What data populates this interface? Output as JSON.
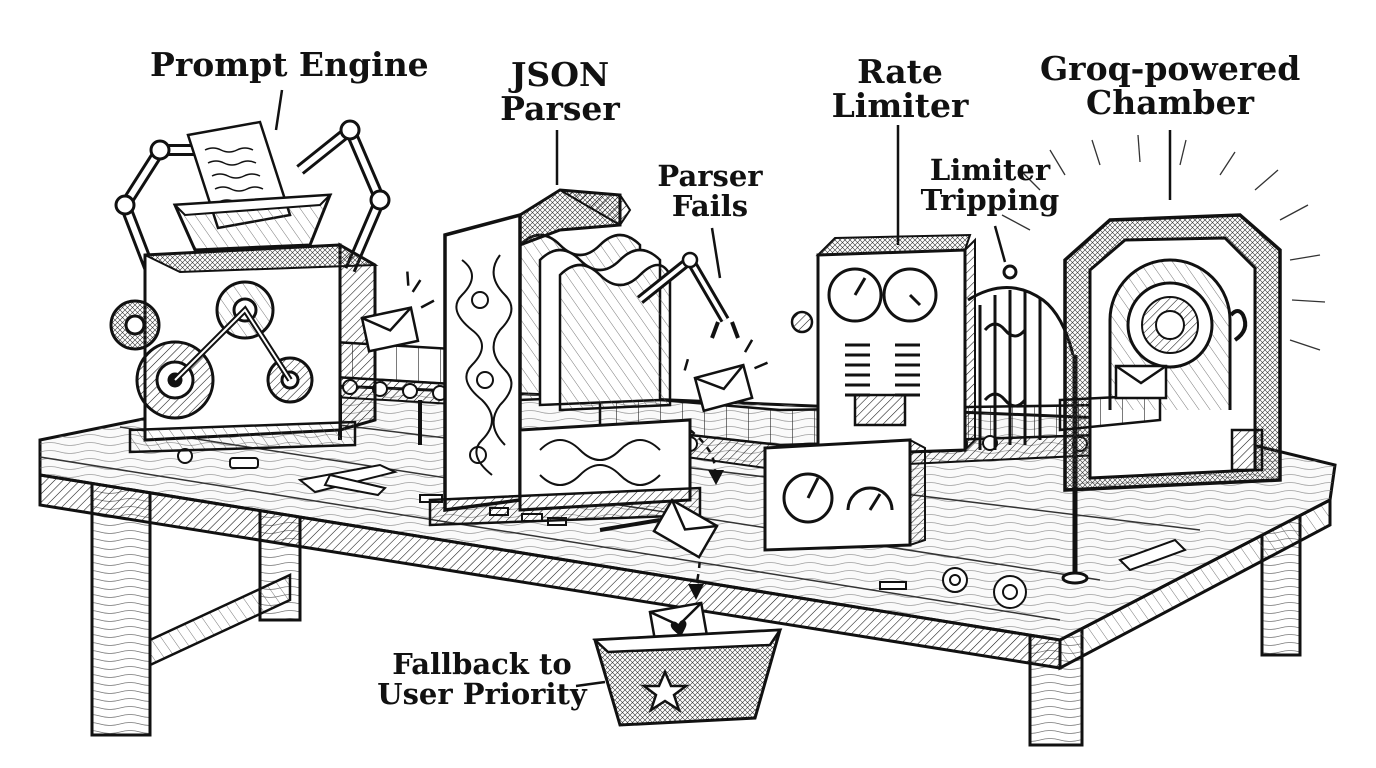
{
  "diagram": {
    "labels": {
      "prompt_engine": "Prompt Engine",
      "json_parser": [
        "JSON",
        "Parser"
      ],
      "rate_limiter": [
        "Rate",
        "Limiter"
      ],
      "groq_chamber": [
        "Groq-powered",
        "Chamber"
      ],
      "parser_fails": [
        "Parser",
        "Fails"
      ],
      "limiter_tripping": [
        "Limiter",
        "Tripping"
      ],
      "fallback": [
        "Fallback to",
        "User Priority"
      ]
    },
    "style": {
      "ink": "#111111",
      "paper": "#ffffff",
      "shade": "#cfcfcf",
      "wood": "#e8e8e8"
    }
  }
}
